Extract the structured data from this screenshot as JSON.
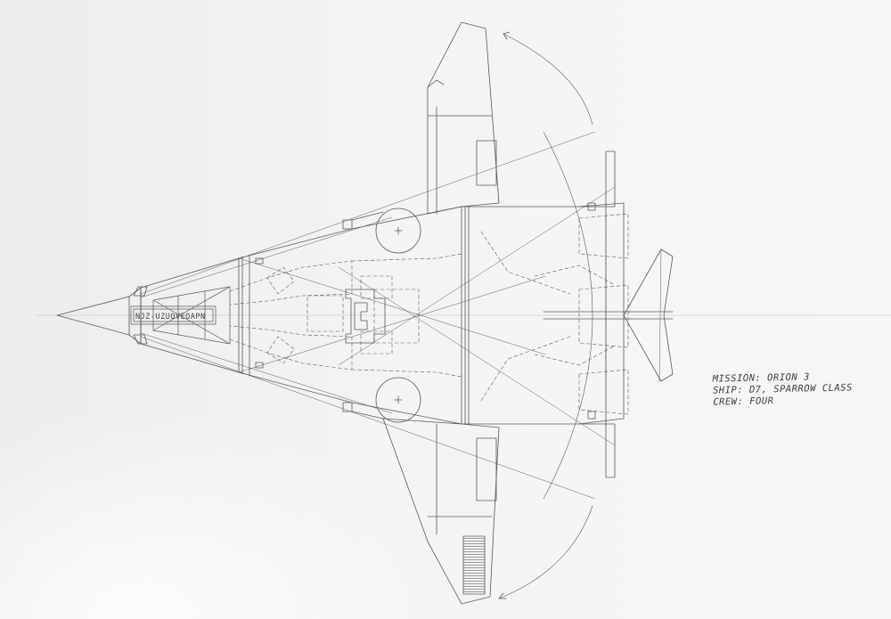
{
  "notes": {
    "mission": "MISSION: ORION 3",
    "ship": "SHIP:  D7, SPARROW CLASS",
    "crew": "CREW:  FOUR"
  },
  "hull_marking": "NJZ-UZUOVEOAPN",
  "colors": {
    "paper": "#f3f3f3",
    "ink": "#3a3a3a",
    "pencil": "#555555"
  }
}
